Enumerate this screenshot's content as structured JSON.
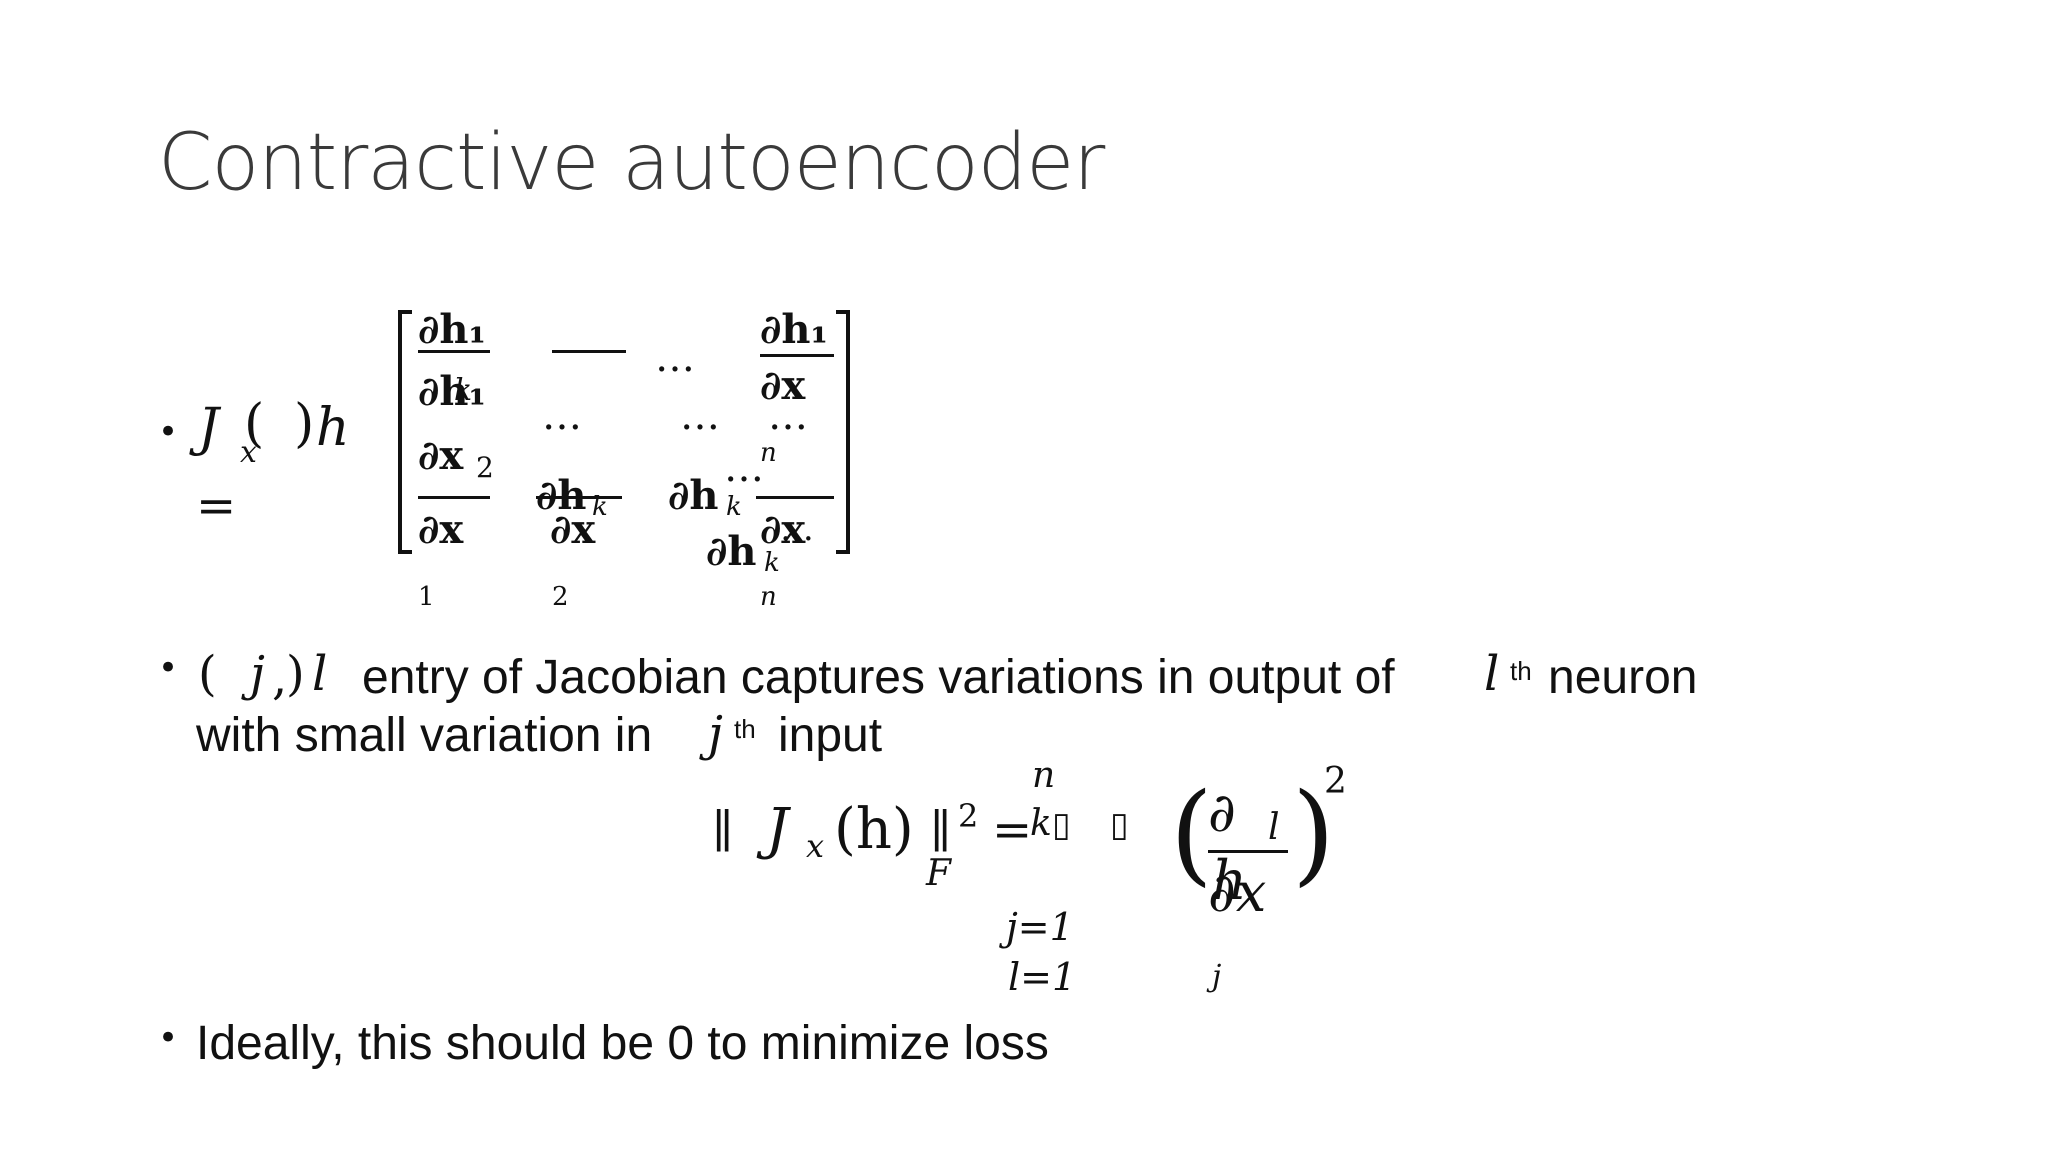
{
  "slide": {
    "title": "Contractive autoencoder"
  },
  "bullet1": {
    "lhs_J": "J",
    "lhs_sub": "x",
    "lhs_paren_open": "(",
    "lhs_paren_close": ")",
    "lhs_h": "h",
    "equals": "=",
    "matrix": {
      "r1c1": "∂h₁",
      "r2c1": "∂h₁",
      "r2c1b": "∂x",
      "r2c1b_sub": "2",
      "r3c1": "∂x",
      "r1c4": "∂h₁",
      "r2c4": "∂x",
      "r2c4_sub": "n",
      "dots1": "…",
      "dots2": "…",
      "dots3": "…",
      "dots4": "…",
      "dots5": "…",
      "dots6": "…",
      "hk1": "∂h",
      "hk1_sub": "k",
      "x2": "∂x",
      "hk2": "∂h",
      "hk2_sub": "k",
      "x4": "∂x",
      "hk3": "∂h",
      "hk3_sub": "k",
      "k_small": "k",
      "sub1": "1",
      "sub2": "2",
      "subn": "n"
    }
  },
  "bullet2": {
    "paren_open": "(",
    "j": "j",
    "comma": ",",
    "paren_close": ")",
    "l": "l",
    "text1": "entry of Jacobian captures variations in output of",
    "l2": "l",
    "th1": "th",
    "text2": "neuron",
    "text3": "with small variation in",
    "j2": "j",
    "th2": "th",
    "text4": "input"
  },
  "formula": {
    "norm_open": "∥",
    "J": "J",
    "x_sub": "x",
    "h_paren": "(h)",
    "norm_close": "∥",
    "sq": "2",
    "F": "F",
    "equals": "=",
    "n_top": "n",
    "k_sym": "k",
    "box1": "▯",
    "box2": "▯",
    "paren_big_open": "(",
    "paren_big_close": ")",
    "partial": "∂",
    "l_sub": "l",
    "h_letter": "h",
    "partial_x": "∂x",
    "j_sub": "j",
    "power": "2",
    "j_eq": "j=1",
    "l_eq": "l=1"
  },
  "bullet3": {
    "text": "Ideally, this should be 0 to minimize loss"
  }
}
